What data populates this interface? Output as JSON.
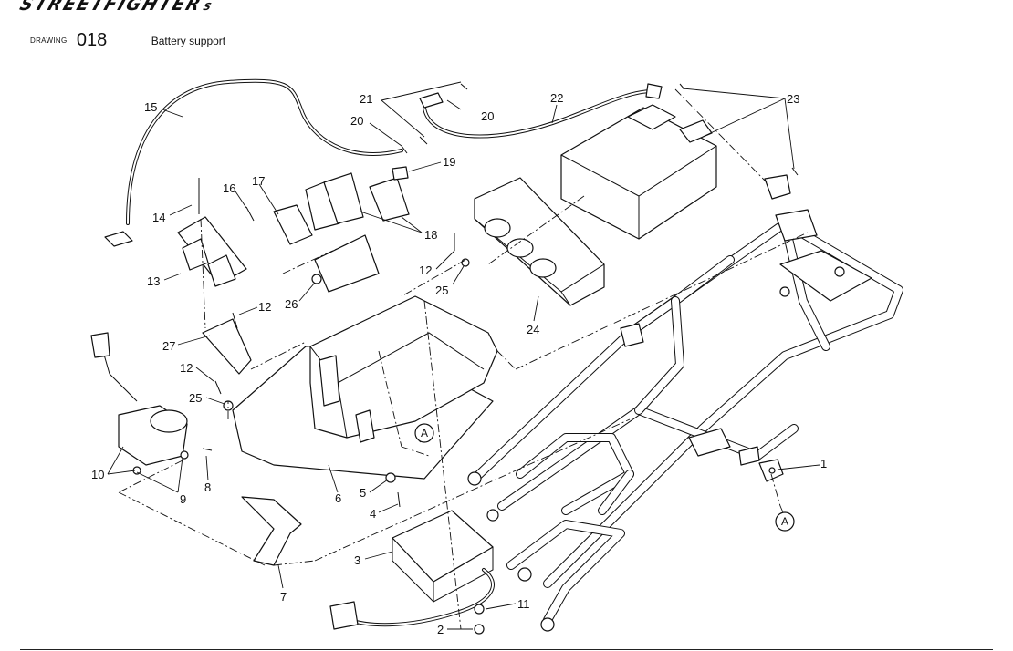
{
  "header": {
    "brand": "STREETFIGHTER",
    "brand_suffix": "S"
  },
  "drawing": {
    "label": "DRAWING",
    "number": "018",
    "title": "Battery support"
  },
  "callouts": [
    "15",
    "21",
    "20",
    "22",
    "23",
    "20",
    "19",
    "14",
    "16",
    "17",
    "18",
    "13",
    "12",
    "25",
    "26",
    "24",
    "12",
    "27",
    "12",
    "25",
    "10",
    "9",
    "8",
    "6",
    "5",
    "4",
    "1",
    "3",
    "7",
    "11",
    "2"
  ],
  "references": [
    "A",
    "A"
  ]
}
